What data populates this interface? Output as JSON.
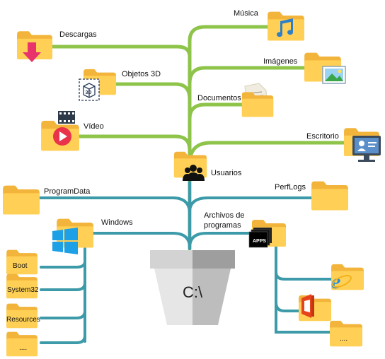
{
  "colors": {
    "green_branch": "#8ec44a",
    "teal_branch": "#3c9aa9",
    "folder_back": "#f2b43a",
    "folder_front": "#ffd055",
    "pot_light": "#e2e2e2",
    "pot_dark": "#bdbdbd",
    "pot_rim_light": "#d3d3d3",
    "pot_rim_dark": "#9e9e9e"
  },
  "root": {
    "label": "C:\\"
  },
  "user_folders": {
    "musica": {
      "label": "Música",
      "icon": "music-note-icon"
    },
    "descargas": {
      "label": "Descargas",
      "icon": "download-arrow-icon"
    },
    "imagenes": {
      "label": "Imágenes",
      "icon": "picture-icon"
    },
    "objetos3d": {
      "label": "Objetos 3D",
      "icon": "cube-3d-icon"
    },
    "documentos": {
      "label": "Documentos",
      "icon": "document-pages-icon"
    },
    "video": {
      "label": "Vídeo",
      "icon": "play-button-icon"
    },
    "escritorio": {
      "label": "Escritorio",
      "icon": "desktop-icon"
    },
    "usuarios": {
      "label": "Usuarios",
      "icon": "people-icon"
    }
  },
  "system_folders": {
    "programdata": {
      "label": "ProgramData"
    },
    "perflogs": {
      "label": "PerfLogs"
    },
    "windows": {
      "label": "Windows",
      "icon": "windows-logo-icon"
    },
    "archivos_programas": {
      "label_line1": "Archivos de",
      "label_line2": "programas",
      "icon": "apps-stack-icon"
    }
  },
  "windows_children": [
    "Boot",
    "System32",
    "Resources",
    "...."
  ],
  "program_children": {
    "browser": {
      "icon": "browser-e-icon"
    },
    "office": {
      "icon": "office-icon"
    },
    "more": {
      "label": "...."
    }
  }
}
